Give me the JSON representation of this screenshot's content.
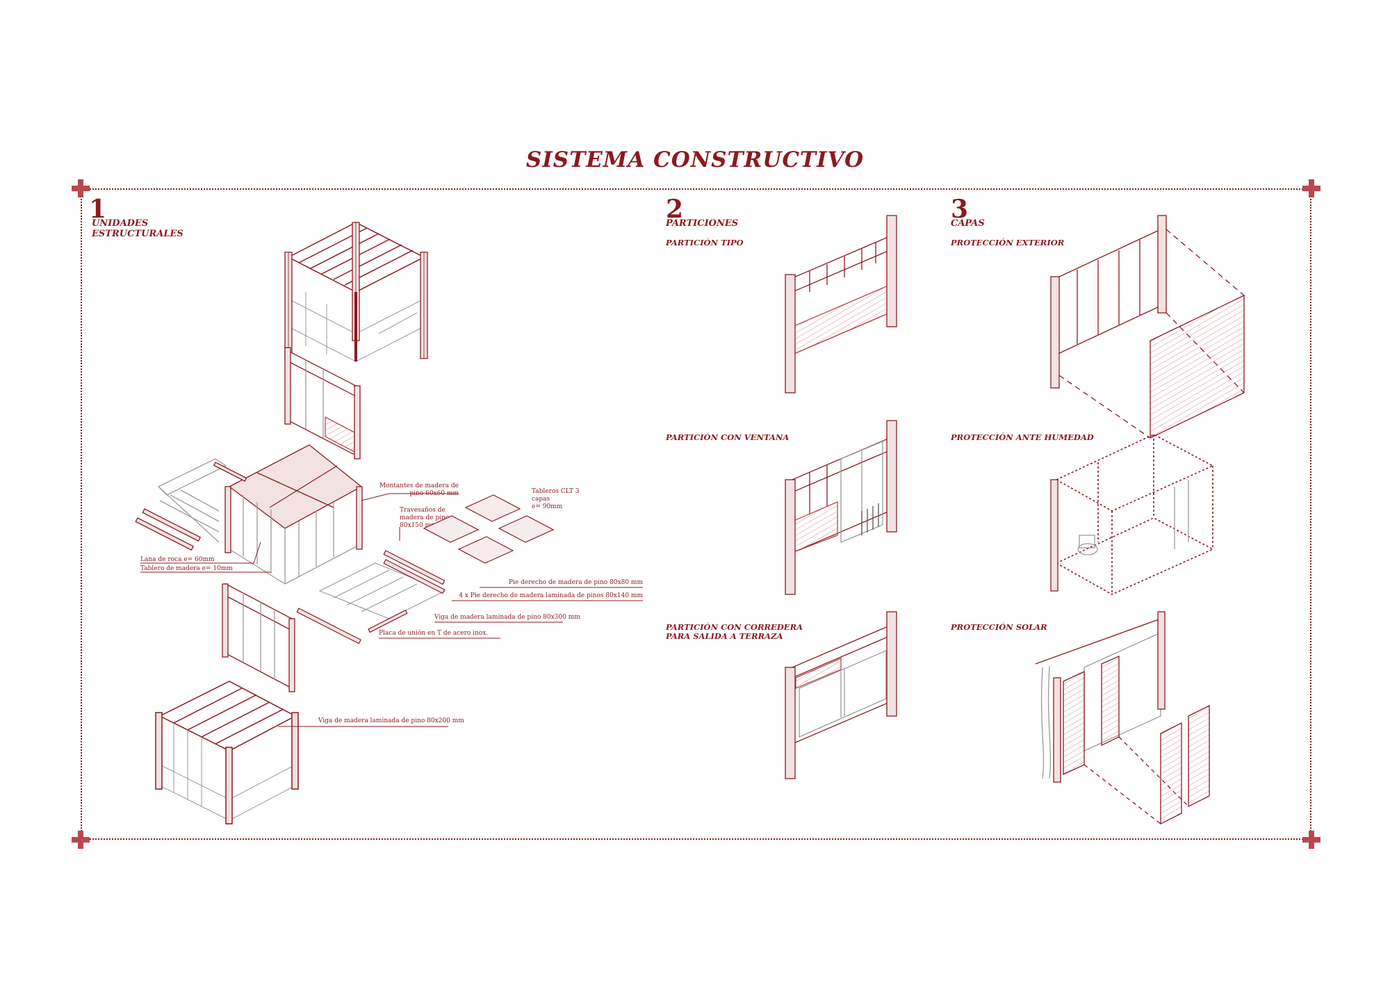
{
  "title": "SISTEMA CONSTRUCTIVO",
  "colors": {
    "accent": "#8b1a1f",
    "fill": "#f2e2e2",
    "line": "#b8484d",
    "gray": "#9a9a9a"
  },
  "sections": [
    {
      "number": "1",
      "title": "UNIDADES\nESTRUCTURALES"
    },
    {
      "number": "2",
      "title": "PARTICIONES",
      "subs": [
        "PARTICIÓN TIPO",
        "PARTICIÓN CON VENTANA",
        "PARTICIÓN CON CORREDERA\nPARA SALIDA A TERRAZA"
      ]
    },
    {
      "number": "3",
      "title": "CAPAS",
      "subs": [
        "PROTECCIÓN EXTERIOR",
        "PROTECCIÓN ANTE HUMEDAD",
        "PROTECCIÓN SOLAR"
      ]
    }
  ],
  "labels": {
    "montantes": "Montantes de madera de\npino 60x60 mm",
    "tableros_clt": "Tableros CLT 3\ncapas\ne= 90mm",
    "travesanos": "Travesaños de\nmadera de pino\n80x150 mm",
    "lana": "Lana de roca e= 60mm",
    "tablero_madera": "Tablero de madera e= 10mm",
    "pie_derecho": "Pie derecho de madera de pino 80x80 mm",
    "pie_derecho_lam": "4 x Pie derecho de madera laminada de pinos 80x140 mm",
    "viga_300": "Viga de madera laminada de pino 80x300 mm",
    "placa": "Placa de unión en T de acero inox.",
    "viga_200": "Viga de madera laminada de pino 80x200 mm"
  }
}
